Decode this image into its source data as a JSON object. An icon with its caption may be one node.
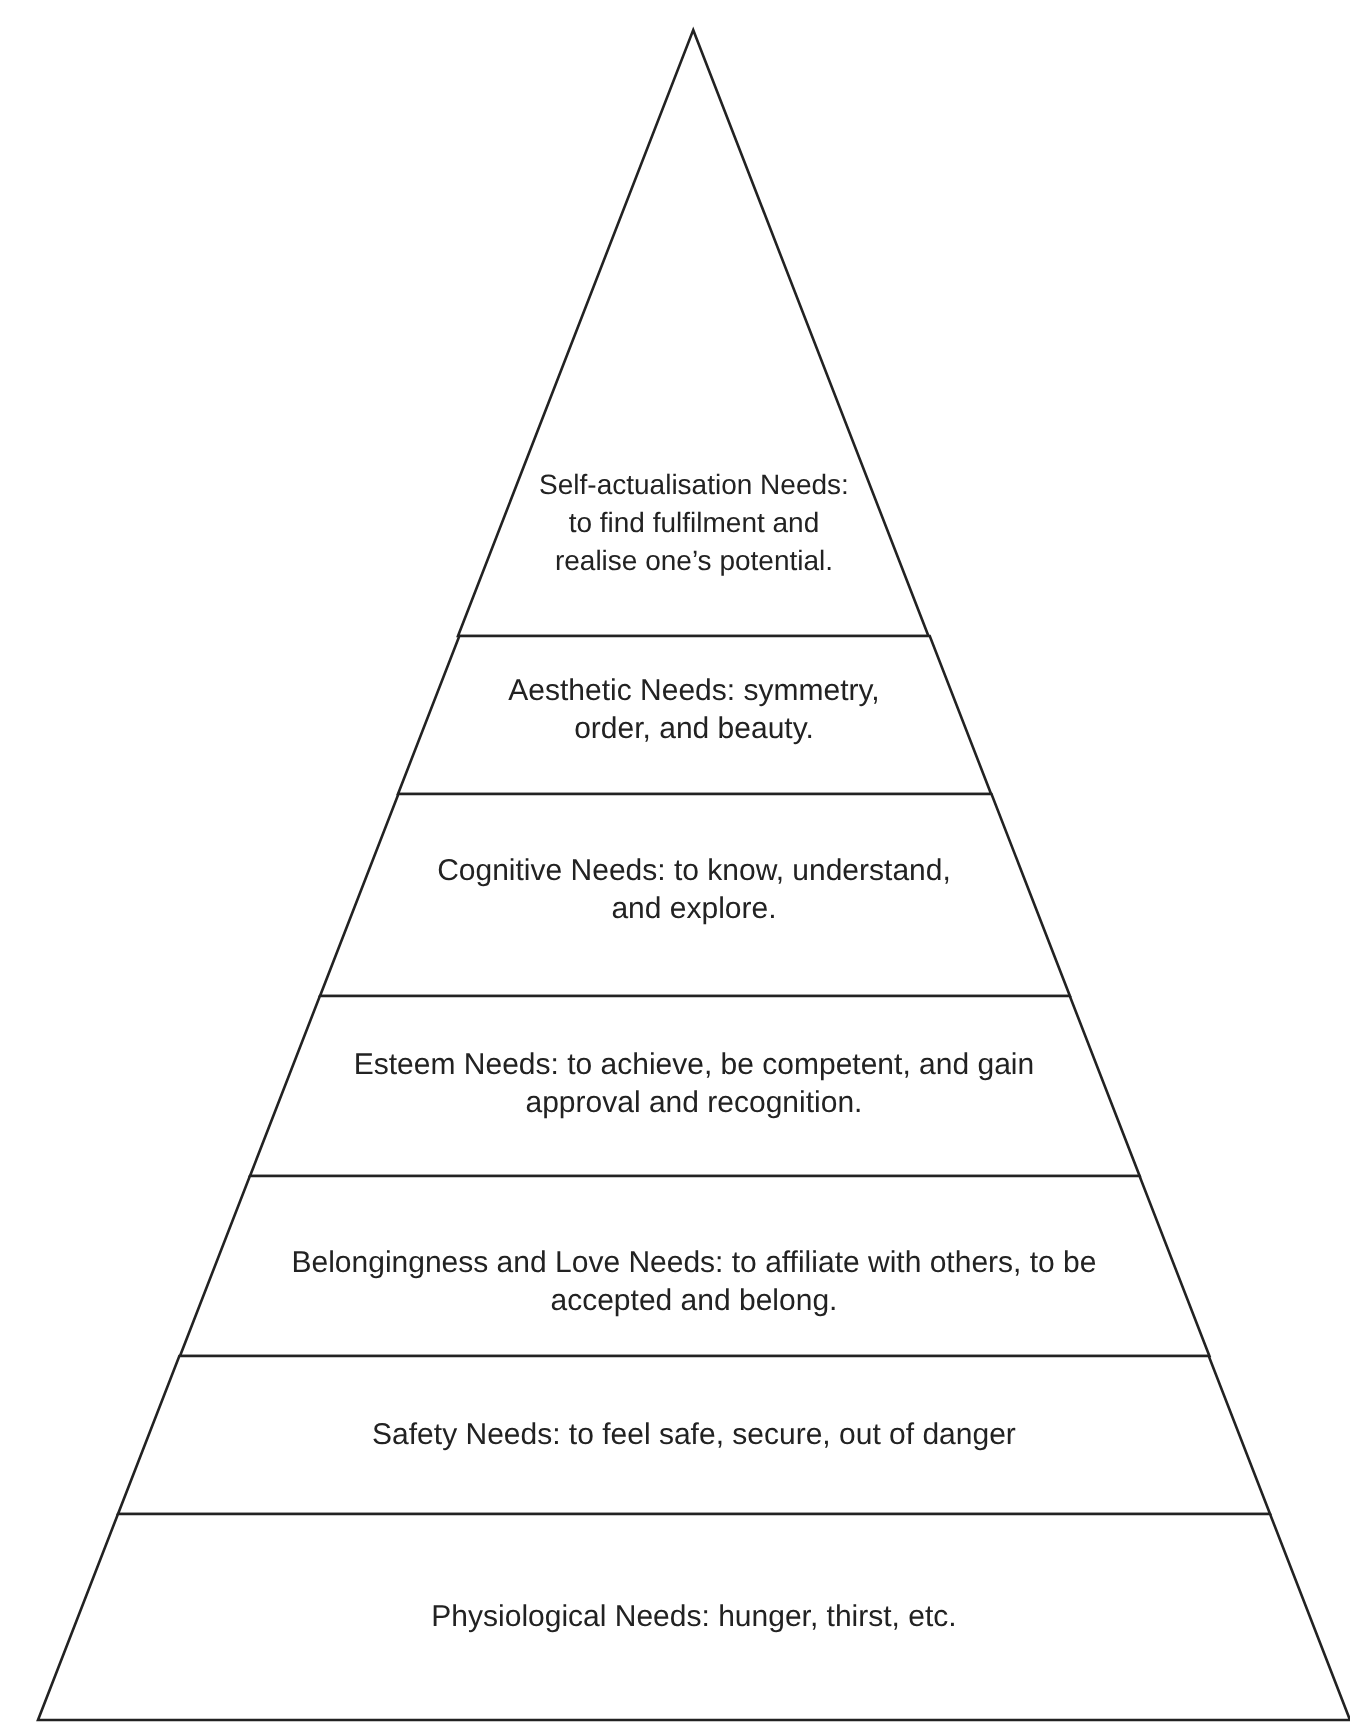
{
  "diagram": {
    "nodes": [
      {
        "text": [
          "Self-actualisation Needs: to find fulfilment and realise one’s potential."
        ]
      },
      {
        "text": [
          "Aesthetic Needs: symmetry, order, and beauty."
        ]
      },
      {
        "text": [
          "Cognitive Needs: to know, understand, and explore."
        ]
      },
      {
        "text": [
          "Esteem Needs: to achieve, be competent, and gain approval and recognition."
        ]
      },
      {
        "text": [
          "Belongingness and Love Needs: to affiliate with others, to be accepted and belong."
        ]
      },
      {
        "text": [
          "Safety Needs: to feel safe, secure, out of danger"
        ]
      },
      {
        "text": [
          "Physiological Needs: hunger, thirst, etc."
        ]
      }
    ]
  }
}
